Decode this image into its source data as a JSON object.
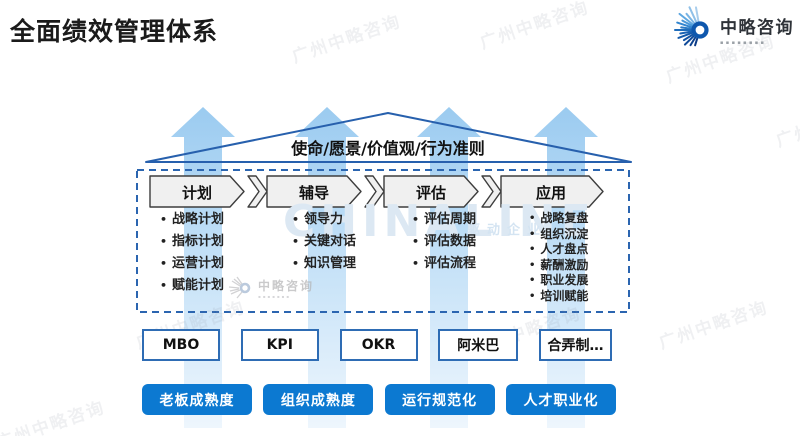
{
  "title": "全面绩效管理体系",
  "logo": {
    "name": "中略咨询",
    "tagline": "▪▪▪▪▪▪▪▪",
    "icon": "starburst-ring-icon"
  },
  "roof": {
    "label": "使命/愿景/价值观/行为准则"
  },
  "stages": [
    {
      "label": "计划",
      "items": [
        "战略计划",
        "指标计划",
        "运营计划",
        "赋能计划"
      ]
    },
    {
      "label": "辅导",
      "items": [
        "领导力",
        "关键对话",
        "知识管理"
      ]
    },
    {
      "label": "评估",
      "items": [
        "评估周期",
        "评估数据",
        "评估流程"
      ]
    },
    {
      "label": "应用",
      "items": [
        "战略复盘",
        "组织沉淀",
        "人才盘点",
        "薪酬激励",
        "职业发展",
        "培训赋能"
      ]
    }
  ],
  "methods": {
    "labels": [
      "MBO",
      "KPI",
      "OKR",
      "阿米巴",
      "合弄制…"
    ]
  },
  "foundations": {
    "labels": [
      "老板成熟度",
      "组织成熟度",
      "运行规范化",
      "人才职业化"
    ]
  },
  "watermarks": {
    "diagonal": "广州中略咨询",
    "brand": "CHINALINE",
    "brand_sub": "驱动企业",
    "mini_name": "中略咨询",
    "mini_dots": "▪▪▪▪▪▪▪"
  },
  "colors": {
    "accent_blue": "#0c79d1",
    "outline_blue": "#2b62ae",
    "arrow_light_blue": "#9ecdf0",
    "chevron_gray": "#f0f0f0"
  }
}
